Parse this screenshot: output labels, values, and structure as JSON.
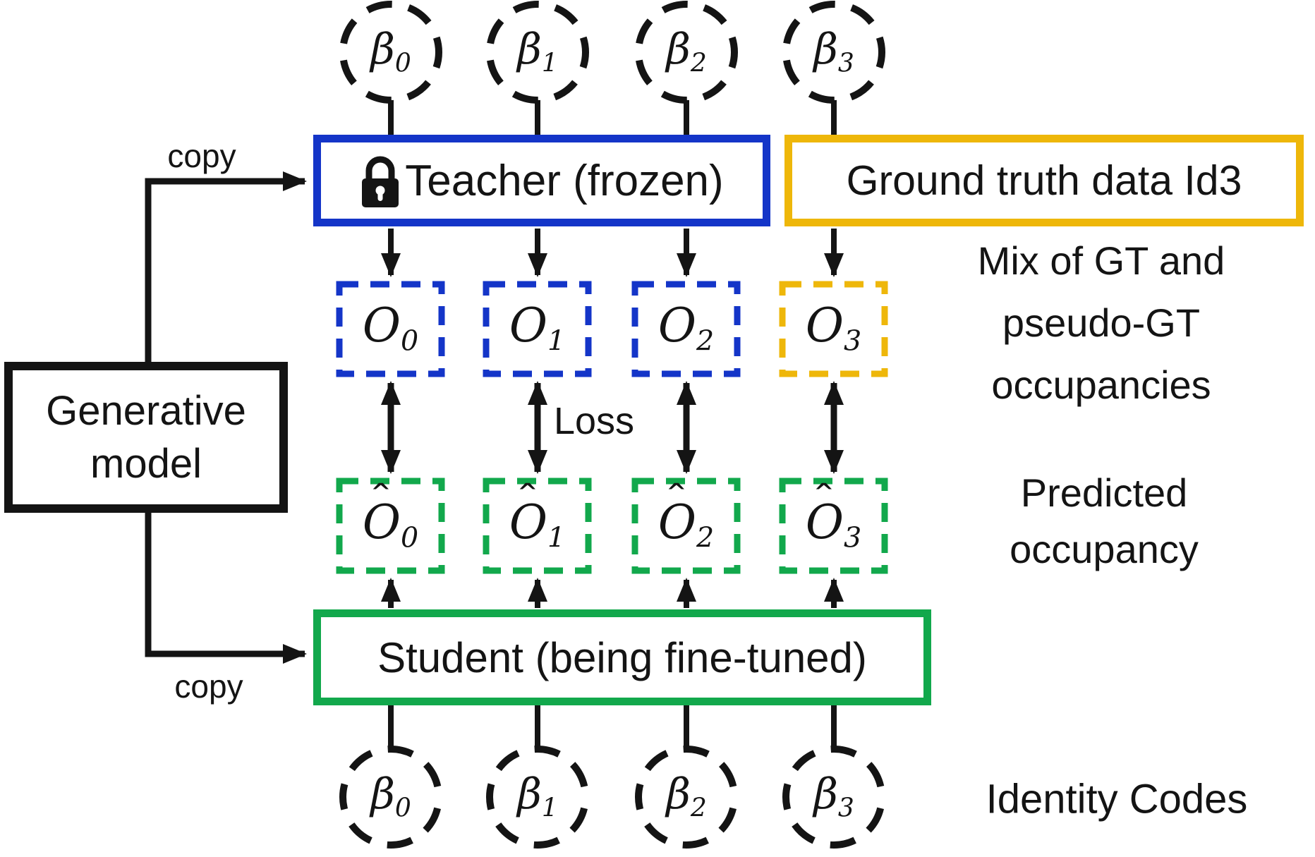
{
  "colors": {
    "blue": "#1435c8",
    "green": "#12a84c",
    "gold": "#eeb70a",
    "black": "#141414"
  },
  "generative_box": {
    "line1": "Generative",
    "line2": "model"
  },
  "copy_labels": {
    "top": "copy",
    "bottom": "copy"
  },
  "teacher_box": {
    "label": "Teacher (frozen)",
    "icon": "lock"
  },
  "ground_truth_box": {
    "label": "Ground truth data Id3"
  },
  "loss_label": "Loss",
  "student_box": {
    "label": "Student (being fine-tuned)"
  },
  "top_codes": [
    {
      "base": "β",
      "sub": "0"
    },
    {
      "base": "β",
      "sub": "1"
    },
    {
      "base": "β",
      "sub": "2"
    },
    {
      "base": "β",
      "sub": "3"
    }
  ],
  "bottom_codes": [
    {
      "base": "β",
      "sub": "0"
    },
    {
      "base": "β",
      "sub": "1"
    },
    {
      "base": "β",
      "sub": "2"
    },
    {
      "base": "β",
      "sub": "3"
    }
  ],
  "occupancy_boxes": [
    {
      "base": "O",
      "sub": "0",
      "style": "blue"
    },
    {
      "base": "O",
      "sub": "1",
      "style": "blue"
    },
    {
      "base": "O",
      "sub": "2",
      "style": "blue"
    },
    {
      "base": "O",
      "sub": "3",
      "style": "gold"
    }
  ],
  "predicted_boxes": [
    {
      "hat": "ˆ",
      "base": "O",
      "sub": "0"
    },
    {
      "hat": "ˆ",
      "base": "O",
      "sub": "1"
    },
    {
      "hat": "ˆ",
      "base": "O",
      "sub": "2"
    },
    {
      "hat": "ˆ",
      "base": "O",
      "sub": "3"
    }
  ],
  "side_labels": {
    "mix_line1": "Mix of GT and",
    "mix_line2": "pseudo-GT",
    "mix_line3": "occupancies",
    "predicted_line1": "Predicted",
    "predicted_line2": "occupancy",
    "identity": "Identity Codes"
  }
}
